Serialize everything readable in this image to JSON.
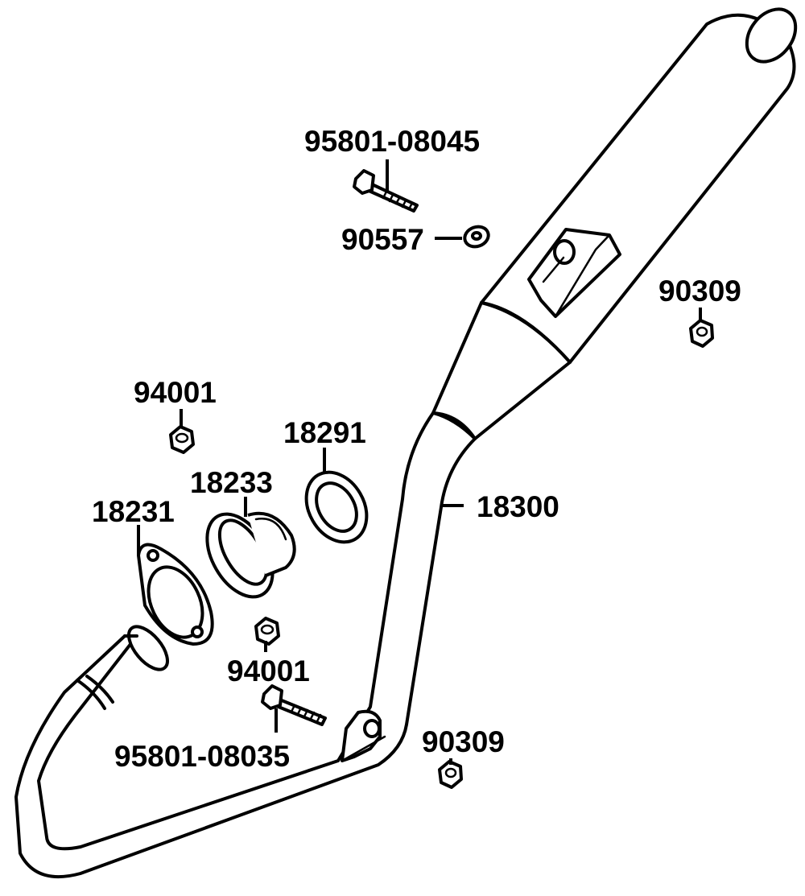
{
  "labels": {
    "bolt_top": "95801-08045",
    "washer": "90557",
    "nut_right_top": "90309",
    "nut_left_top": "94001",
    "gasket_ring": "18291",
    "collar": "18233",
    "flange": "18231",
    "exhaust_pipe": "18300",
    "nut_left_bottom": "94001",
    "nut_right_bottom": "90309",
    "bolt_bottom": "95801-08035"
  },
  "colors": {
    "line": "#000000",
    "background": "#ffffff",
    "part_shade": "#d8d8d8"
  }
}
